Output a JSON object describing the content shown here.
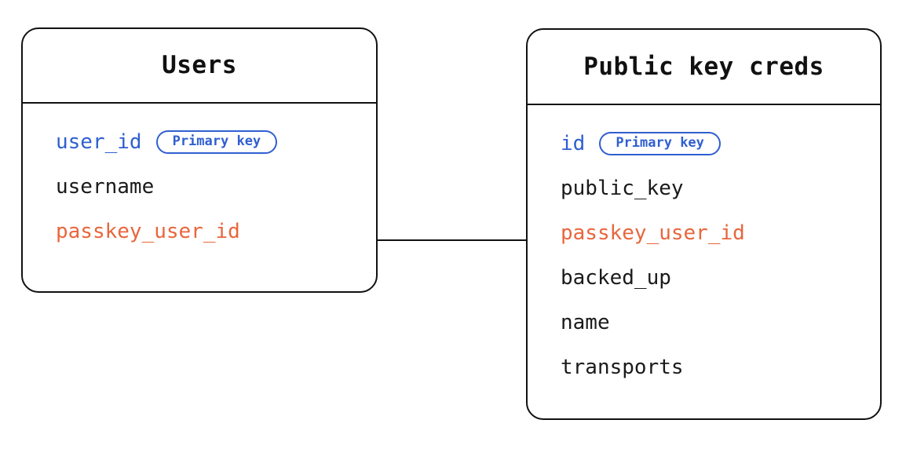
{
  "diagram": {
    "type": "entity-relationship-diagram",
    "background_color": "#ffffff",
    "border_color": "#111111",
    "colors": {
      "primary_key": "#2F5FD0",
      "foreign_reference": "#E8663C",
      "text": "#1a1a1a",
      "badge_border": "#2F5FD0"
    }
  },
  "entities": [
    {
      "id": "users",
      "title": "Users",
      "fields": [
        {
          "name": "user_id",
          "style": "key",
          "badge": "Primary key"
        },
        {
          "name": "username",
          "style": "plain",
          "badge": null
        },
        {
          "name": "passkey_user_id",
          "style": "ref",
          "badge": null
        }
      ]
    },
    {
      "id": "public-key-creds",
      "title": "Public key creds",
      "fields": [
        {
          "name": "id",
          "style": "key",
          "badge": "Primary key"
        },
        {
          "name": "public_key",
          "style": "plain",
          "badge": null
        },
        {
          "name": "passkey_user_id",
          "style": "ref",
          "badge": null
        },
        {
          "name": "backed_up",
          "style": "plain",
          "badge": null
        },
        {
          "name": "name",
          "style": "plain",
          "badge": null
        },
        {
          "name": "transports",
          "style": "plain",
          "badge": null
        }
      ]
    }
  ],
  "relationships": [
    {
      "from_entity": "users",
      "from_field": "passkey_user_id",
      "to_entity": "public-key-creds",
      "to_field": "passkey_user_id",
      "line_style": "solid"
    }
  ]
}
